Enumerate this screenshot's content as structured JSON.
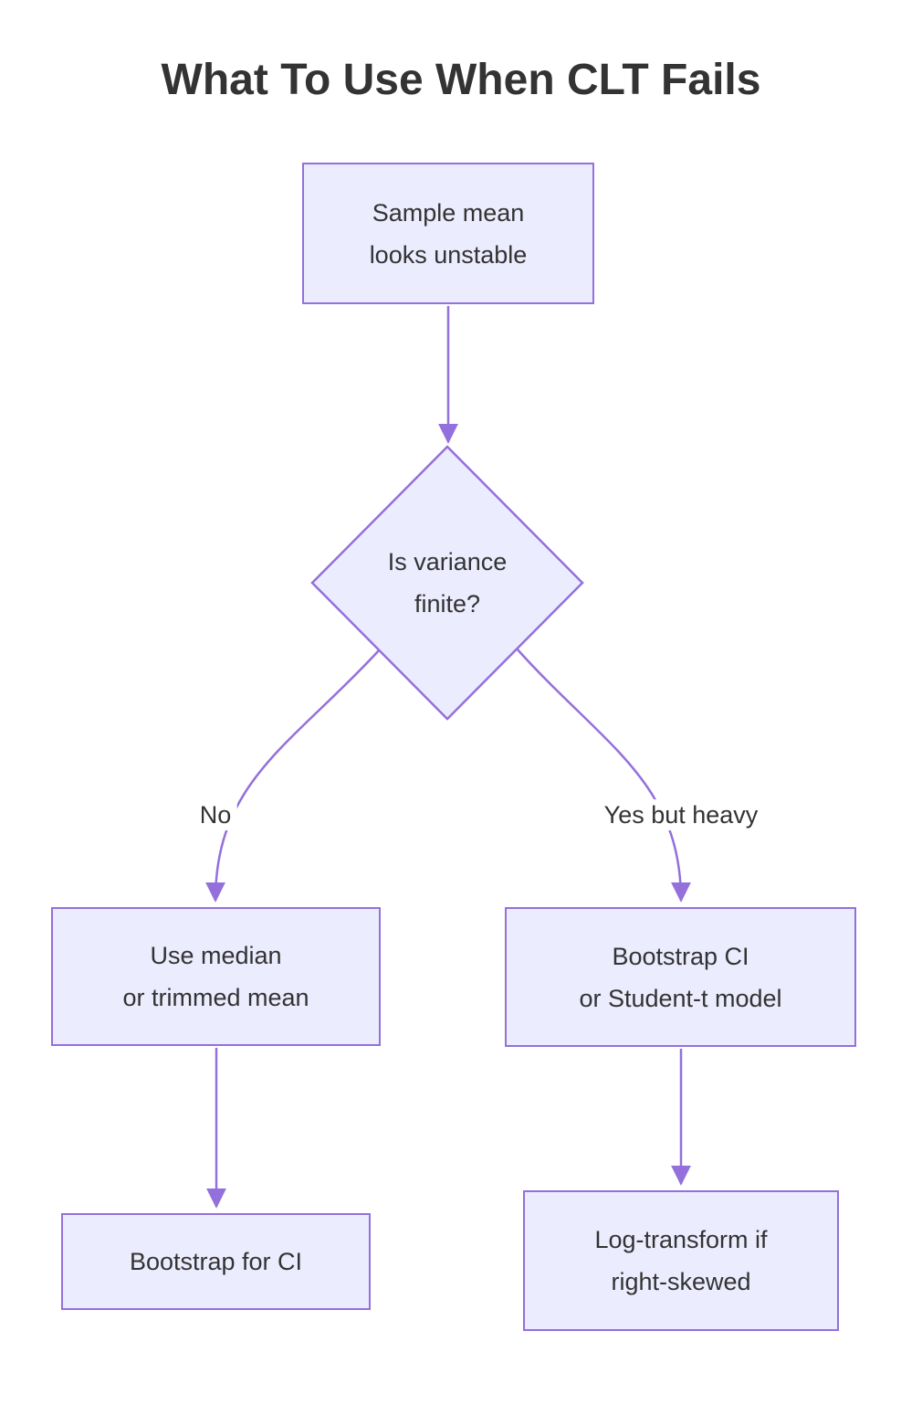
{
  "title": "What To Use When CLT Fails",
  "colors": {
    "node_fill": "#ECECFF",
    "node_border": "#9370DB",
    "edge_line": "#9370DB",
    "text": "#333333",
    "background": "#ffffff"
  },
  "diagram": {
    "type": "flowchart",
    "direction": "top-down",
    "nodes": [
      {
        "id": "A",
        "shape": "rectangle",
        "label": "Sample mean\nlooks unstable"
      },
      {
        "id": "B",
        "shape": "diamond",
        "label": "Is variance\nfinite?"
      },
      {
        "id": "C",
        "shape": "rectangle",
        "label": "Use median\nor trimmed mean"
      },
      {
        "id": "D",
        "shape": "rectangle",
        "label": "Bootstrap CI\nor Student-t model"
      },
      {
        "id": "E",
        "shape": "rectangle",
        "label": "Bootstrap for CI"
      },
      {
        "id": "F",
        "shape": "rectangle",
        "label": "Log-transform if\nright-skewed"
      }
    ],
    "edges": [
      {
        "from": "A",
        "to": "B",
        "label": ""
      },
      {
        "from": "B",
        "to": "C",
        "label": "No"
      },
      {
        "from": "B",
        "to": "D",
        "label": "Yes but heavy"
      },
      {
        "from": "C",
        "to": "E",
        "label": ""
      },
      {
        "from": "D",
        "to": "F",
        "label": ""
      }
    ]
  }
}
